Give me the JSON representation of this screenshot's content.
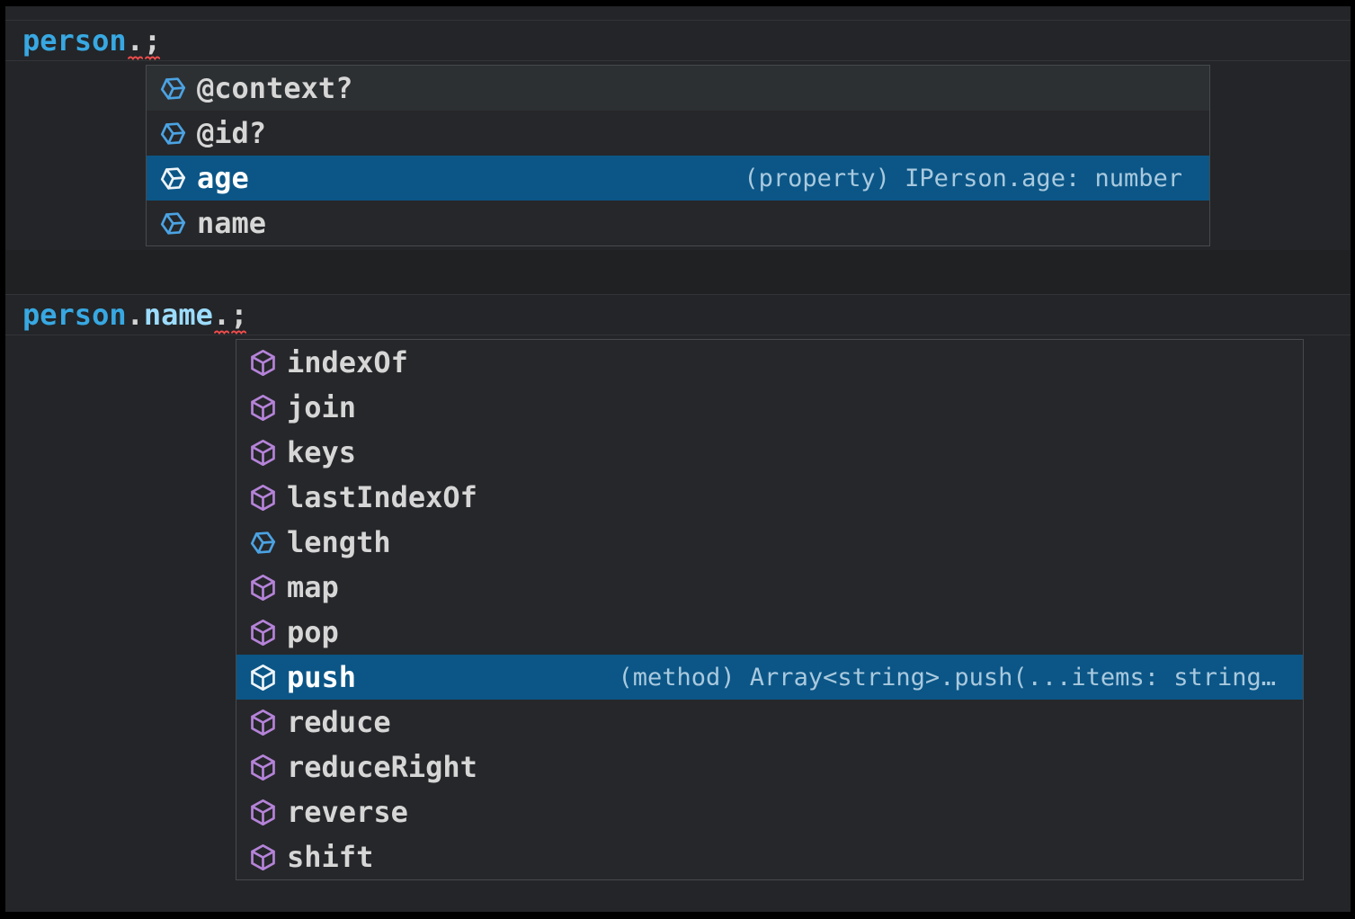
{
  "palette": {
    "editor_bg": "#232528",
    "seam_bg": "#1F2123",
    "suggest_bg": "#26272A",
    "suggest_border": "#47494C",
    "selected_row_bg": "#0B5687",
    "hover_row_bg": "#2D3033",
    "token_variable": "#38A8E2",
    "token_property": "#9CDCFE",
    "token_punct": "#D4D4D4",
    "squiggle_red": "#F14C4C",
    "icon_blue": "#4BA3E3",
    "icon_purple": "#B583D9",
    "icon_white": "#EEF4F8",
    "label_fg": "#D6D6D6",
    "selected_label_fg": "#FFFFFF",
    "detail_fg": "#A9C9DE"
  },
  "sections": [
    {
      "code_tokens": [
        {
          "text": "person",
          "type": "variable"
        },
        {
          "text": ".",
          "type": "punct",
          "squiggle": true
        },
        {
          "text": ";",
          "type": "punct",
          "squiggle": true
        }
      ],
      "suggest_items": [
        {
          "label": "@context?",
          "icon": "symbol-field-icon",
          "icon_color": "blue",
          "hover": true
        },
        {
          "label": "@id?",
          "icon": "symbol-field-icon",
          "icon_color": "blue"
        },
        {
          "label": "age",
          "icon": "symbol-field-icon",
          "icon_color": "white",
          "selected": true,
          "detail": "(property) IPerson.age: number"
        },
        {
          "label": "name",
          "icon": "symbol-field-icon",
          "icon_color": "blue"
        }
      ]
    },
    {
      "code_tokens": [
        {
          "text": "person",
          "type": "variable"
        },
        {
          "text": ".",
          "type": "punct"
        },
        {
          "text": "name",
          "type": "property"
        },
        {
          "text": ".",
          "type": "punct",
          "squiggle": true
        },
        {
          "text": ";",
          "type": "punct",
          "squiggle": true
        }
      ],
      "suggest_items": [
        {
          "label": "indexOf",
          "icon": "symbol-method-icon",
          "icon_color": "purple"
        },
        {
          "label": "join",
          "icon": "symbol-method-icon",
          "icon_color": "purple"
        },
        {
          "label": "keys",
          "icon": "symbol-method-icon",
          "icon_color": "purple"
        },
        {
          "label": "lastIndexOf",
          "icon": "symbol-method-icon",
          "icon_color": "purple"
        },
        {
          "label": "length",
          "icon": "symbol-field-icon",
          "icon_color": "blue"
        },
        {
          "label": "map",
          "icon": "symbol-method-icon",
          "icon_color": "purple"
        },
        {
          "label": "pop",
          "icon": "symbol-method-icon",
          "icon_color": "purple"
        },
        {
          "label": "push",
          "icon": "symbol-method-icon",
          "icon_color": "white",
          "selected": true,
          "detail": "(method) Array<string>.push(...items: string…"
        },
        {
          "label": "reduce",
          "icon": "symbol-method-icon",
          "icon_color": "purple"
        },
        {
          "label": "reduceRight",
          "icon": "symbol-method-icon",
          "icon_color": "purple"
        },
        {
          "label": "reverse",
          "icon": "symbol-method-icon",
          "icon_color": "purple"
        },
        {
          "label": "shift",
          "icon": "symbol-method-icon",
          "icon_color": "purple"
        }
      ]
    }
  ]
}
